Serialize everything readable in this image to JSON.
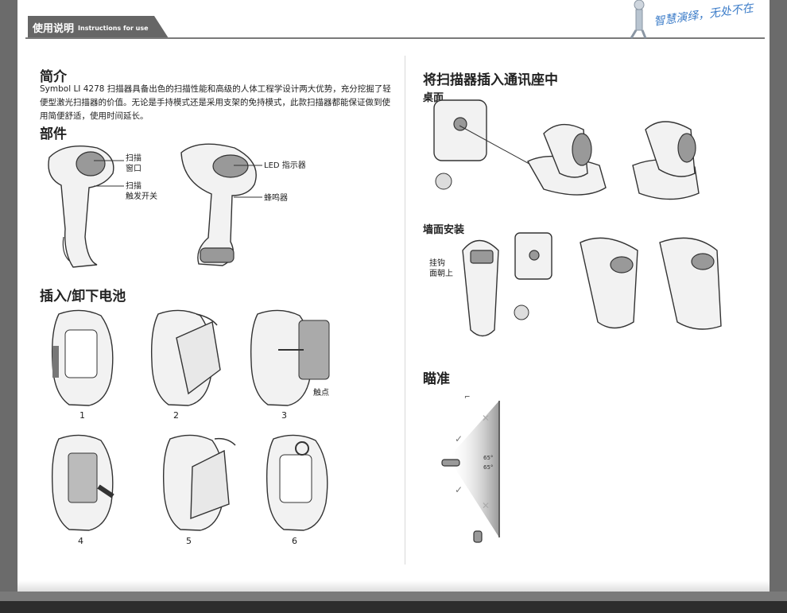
{
  "header": {
    "tab_title": "使用说明",
    "tab_subtitle": "Instructions for use",
    "slogan": "智慧演绎，无处不在"
  },
  "left": {
    "intro_title": "简介",
    "intro_text": "Symbol LI 4278 扫描器具备出色的扫描性能和高级的人体工程学设计两大优势，充分挖掘了轻便型激光扫描器的价值。无论是手持模式还是采用支架的免持模式，此款扫描器都能保证做到使用简便舒适，使用时间延长。",
    "parts_title": "部件",
    "parts_labels": {
      "scan_window": "扫描\n窗口",
      "trigger": "扫描\n触发开关",
      "led": "LED 指示器",
      "beeper": "蜂鸣器"
    },
    "battery_title": "插入/卸下电池",
    "contact_label": "触点",
    "steps": [
      "1",
      "2",
      "3",
      "4",
      "5",
      "6"
    ]
  },
  "right": {
    "cradle_title": "将扫描器插入通讯座中",
    "desktop_label": "桌面",
    "wall_label": "墙面安装",
    "hook_label": "挂钩\n面朝上",
    "aim_title": "瞄准",
    "angle_top": "65°",
    "angle_bottom": "65°"
  }
}
